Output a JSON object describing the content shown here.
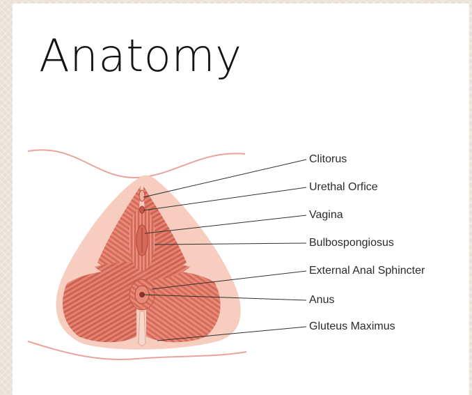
{
  "title": "Anatomy",
  "labels": [
    "Clitorus",
    "Urethal Orfice",
    "Vagina",
    "Bulbospongiosus",
    "External Anal Sphincter",
    "Anus",
    "Gluteus Maximus"
  ],
  "colors": {
    "skin_outline": "#e9a49a",
    "halo": "#f6cdbf",
    "muscle": "#e07a68",
    "muscle_dark": "#b94a3f",
    "leader": "#2f2f2f"
  }
}
